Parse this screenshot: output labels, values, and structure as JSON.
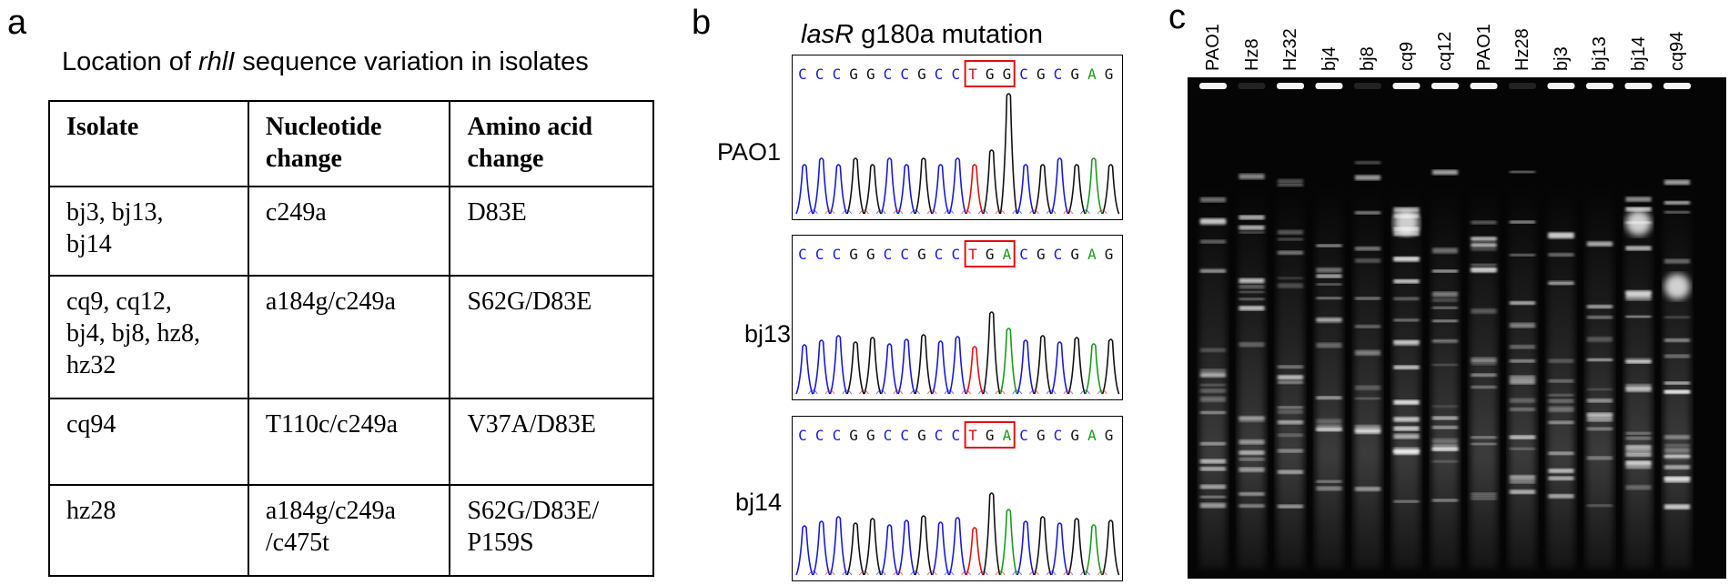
{
  "panels": {
    "a": {
      "letter": "a",
      "caption_prefix": "Location of ",
      "caption_gene": "rhlI",
      "caption_suffix": " sequence variation in isolates",
      "table": {
        "headers": [
          "Isolate",
          "Nucleotide change",
          "Amino acid change"
        ],
        "header_lines": [
          [
            "Isolate"
          ],
          [
            "Nucleotide",
            "change"
          ],
          [
            "Amino acid",
            "change"
          ]
        ],
        "rows": [
          {
            "isolate": [
              "bj3, bj13,",
              "bj14"
            ],
            "nucleotide": [
              "c249a"
            ],
            "amino": [
              "D83E"
            ]
          },
          {
            "isolate": [
              "cq9, cq12,",
              "bj4, bj8, hz8,",
              "hz32"
            ],
            "nucleotide": [
              "a184g/c249a"
            ],
            "amino": [
              "S62G/D83E"
            ]
          },
          {
            "isolate": [
              "cq94"
            ],
            "nucleotide": [
              "T110c/c249a"
            ],
            "amino": [
              "V37A/D83E"
            ]
          },
          {
            "isolate": [
              "hz28"
            ],
            "nucleotide": [
              "a184g/c249a",
              "/c475t"
            ],
            "amino": [
              "S62G/D83E/",
              "P159S"
            ]
          }
        ]
      }
    },
    "b": {
      "letter": "b",
      "title_gene": "lasR",
      "title_rest": " g180a mutation",
      "traces": [
        {
          "label": "PAO1",
          "sequence": "CCCGGCCGCCTGGCGCGAG"
        },
        {
          "label": "bj13",
          "sequence": "CCCGGCCGCCTGACGCGAG"
        },
        {
          "label": "bj14",
          "sequence": "CCCGGCCGCCTGACGCGAG"
        }
      ],
      "highlight_start": 10,
      "highlight_length": 3,
      "base_colors": {
        "A": "#1a9a1a",
        "C": "#1818d8",
        "G": "#111111",
        "T": "#e01010"
      },
      "highlight_color": "#e01010"
    },
    "c": {
      "letter": "c",
      "lanes": [
        "PAO1",
        "Hz8",
        "Hz32",
        "bj4",
        "bj8",
        "cq9",
        "cq12",
        "PAO1",
        "Hz28",
        "bj3",
        "bj13",
        "bj14",
        "cq94"
      ]
    }
  }
}
